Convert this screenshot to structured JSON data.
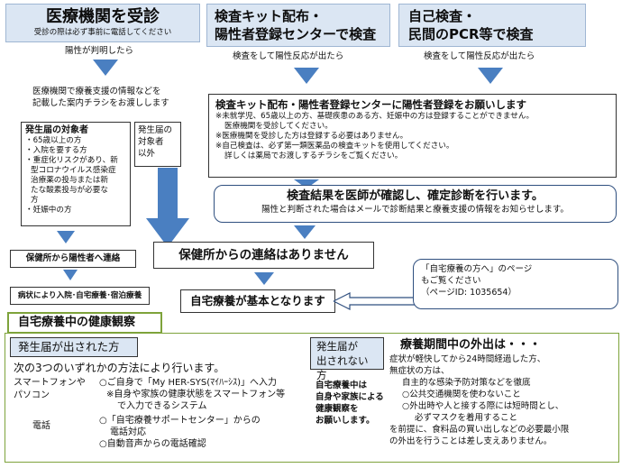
{
  "header1": {
    "title": "医療機関を受診",
    "sub": "受診の際は必ず事前に電話してください"
  },
  "header2": {
    "line1": "検査キット配布・",
    "line2": "陽性者登録センターで検査"
  },
  "header3": {
    "line1": "自己検査・",
    "line2": "民間のPCR等で検査"
  },
  "col1_note": "陽性が判明したら",
  "col2_note": "検査をして陽性反応が出たら",
  "col3_note": "検査をして陽性反応が出たら",
  "clinic_support": {
    "line1": "医療機関で療養支援の情報などを",
    "line2": "記載した案内チラシをお渡しします"
  },
  "register": {
    "title": "検査キット配布・陽性者登録センターに陽性者登録をお願いします",
    "lines": [
      "※未就学児、65歳以上の方、基礎疾患のある方、妊娠中の方は登録することができません。",
      "医療機関を受診してください。",
      "※医療機関を受診した方は登録する必要はありません。",
      "※自己検査は、必ず第一類医薬品の検査キットを使用してください。",
      "詳しくは薬局でお渡しするチラシをご覧ください。"
    ]
  },
  "targets": {
    "title": "発生届の対象者",
    "items": [
      "・65歳以上の方",
      "・入院を要する方",
      "・重症化リスクがあり、新",
      "型コロナウイルス感染症",
      "治療薬の投与または新",
      "たな酸素投与が必要な",
      "方",
      "・妊娠中の方"
    ]
  },
  "non_targets": {
    "line1": "発生届の",
    "line2": "対象者",
    "line3": "以外"
  },
  "confirm": {
    "title": "検査結果を医師が確認し、確定診断を行います。",
    "sub": "陽性と判断された場合はメールで診断結果と療養支援の情報をお知らせします。"
  },
  "health_center_contact": "保健所から陽性者へ連絡",
  "no_contact": "保健所からの連絡はありません",
  "hospitalization": "病状により入院･自宅療養･宿泊療養",
  "home_recovery": "自宅療養が基本となります",
  "page_ref": {
    "line1": "「自宅療養の方へ」のページ",
    "line2": "もご覧ください",
    "line3": "（ページID: 1035654）"
  },
  "observation_title": "自宅療養中の健康観察",
  "reported": {
    "title": "発生届が出された方",
    "intro": "次の3つのいずれかの方法により行います。",
    "device1": "スマートフォンや",
    "device2": "パソコン",
    "line1": "○ご自身で「My HER-SYS(ﾏｲﾊｰｼｽ)」へ入力",
    "line2": "※自身や家族の健康状態をスマートフォン等",
    "line3": "で入力できるシステム",
    "phone": "電話",
    "line4": "○「自宅療養サポートセンター」からの",
    "line5": "電話対応",
    "line6": "○自動音声からの電話確認"
  },
  "not_reported": {
    "title1": "発生届が",
    "title2": "出されない方",
    "body1": "自宅療養中は",
    "body2": "自身や家族による",
    "body3": "健康観察を",
    "body4": "お願いします。"
  },
  "outing": {
    "title": "療養期間中の外出は・・・",
    "lines": [
      "症状が軽快してから24時間経過した方、",
      "無症状の方は、",
      "自主的な感染予防対策などを徹底",
      "○公共交通機関を使わないこと",
      "○外出時や人と接する際には短時間とし、",
      "必ずマスクを着用すること",
      "を前提に、食料品の買い出しなどの必要最小限",
      "の外出を行うことは差し支えありません。"
    ]
  },
  "colors": {
    "accent": "#4a7fc1",
    "header_bg": "#dbe6f3",
    "green": "#7ea33b",
    "red": "#c00000"
  }
}
